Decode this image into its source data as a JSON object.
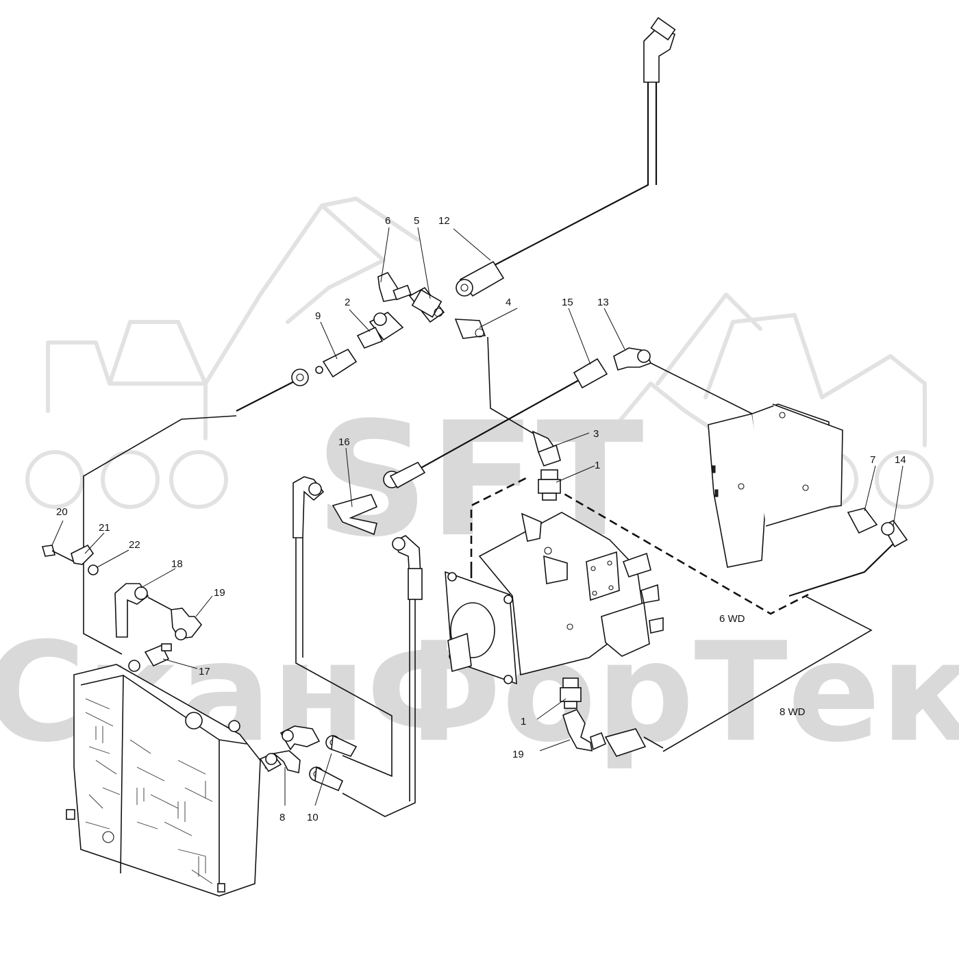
{
  "watermark": {
    "line1": "SFT",
    "line2": "СканФорТек"
  },
  "labels": {
    "p1a": "1",
    "p1b": "1",
    "p2": "2",
    "p3": "3",
    "p4": "4",
    "p5": "5",
    "p6": "6",
    "p7": "7",
    "p8": "8",
    "p9": "9",
    "p10": "10",
    "p12": "12",
    "p13": "13",
    "p14": "14",
    "p15": "15",
    "p16": "16",
    "p17": "17",
    "p18": "18",
    "p19a": "19",
    "p19b": "19",
    "p20": "20",
    "p21": "21",
    "p22": "22",
    "wd6": "6 WD",
    "wd8": "8 WD"
  }
}
